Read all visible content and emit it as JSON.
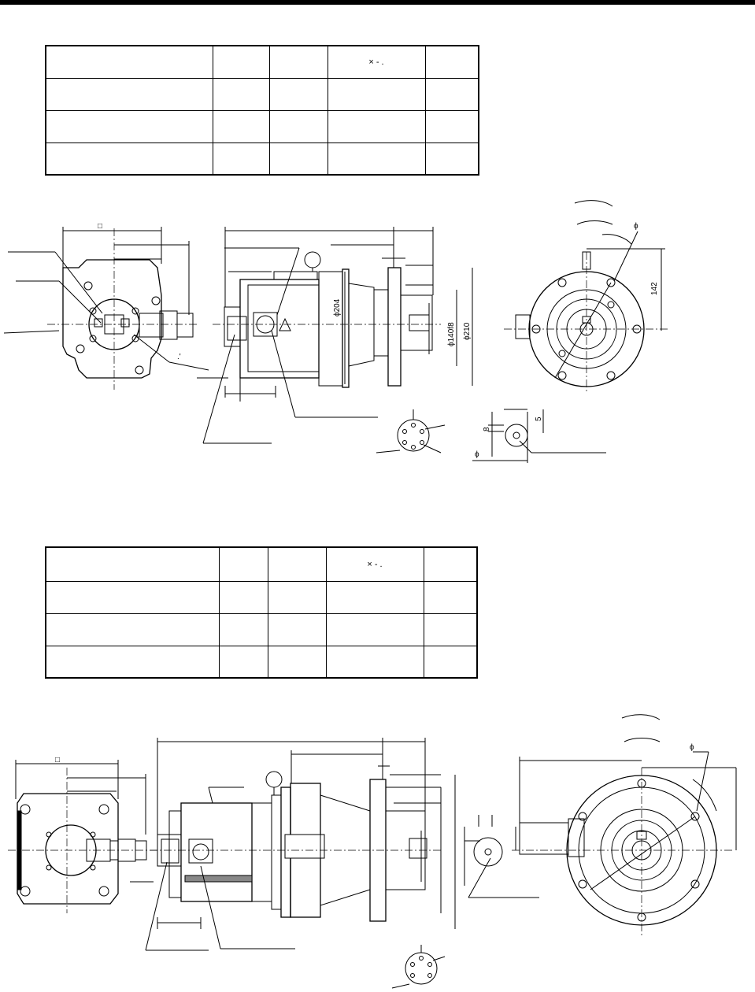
{
  "table1": {
    "header": [
      "",
      "",
      "",
      "×  -  .",
      ""
    ],
    "rows": [
      [
        "",
        "",
        "",
        "",
        ""
      ],
      [
        "",
        "",
        "",
        "",
        ""
      ],
      [
        "",
        "",
        "",
        "",
        ""
      ]
    ]
  },
  "table2": {
    "header": [
      "",
      "",
      "",
      "×  -  .",
      ""
    ],
    "rows": [
      [
        "",
        "",
        "",
        "",
        ""
      ],
      [
        "",
        "",
        "",
        "",
        ""
      ],
      [
        "",
        "",
        "",
        "",
        ""
      ]
    ]
  },
  "drawing1": {
    "square_symbol": "□",
    "dim_204": "204",
    "dim_140": "140",
    "dim_tolerance": "f8",
    "dim_210": "210",
    "dim_142": "142",
    "dim_8": "8",
    "dim_5": "5",
    "phi": "ϕ"
  },
  "drawing2": {
    "square_symbol": "□",
    "phi": "ϕ"
  }
}
